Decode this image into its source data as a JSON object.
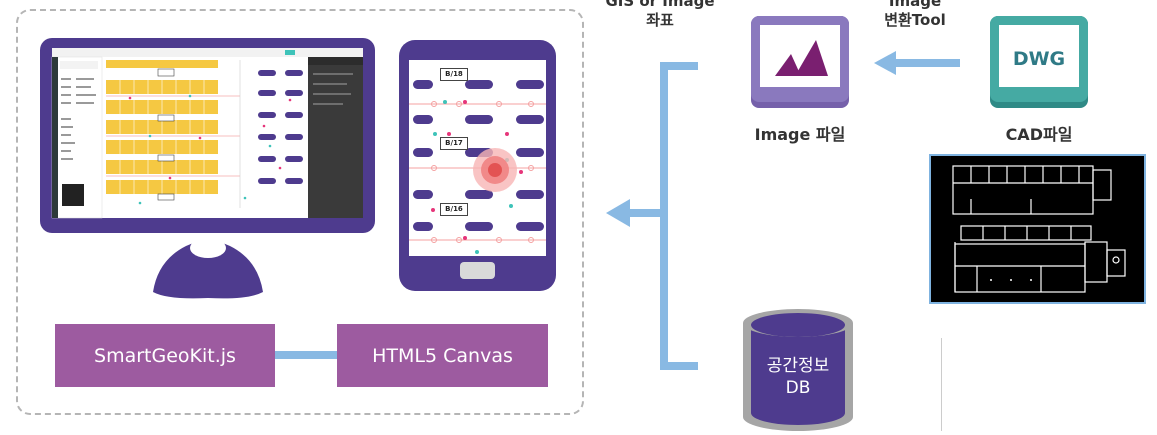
{
  "labels": {
    "gis_coord_line1": "GIS or Image",
    "gis_coord_line2": "좌표",
    "convert_line1": "Image",
    "convert_line2": "변환Tool",
    "image_file": "Image 파일",
    "cad_file": "CAD파일",
    "dwg": "DWG",
    "db_line1": "공간정보",
    "db_line2": "DB"
  },
  "library": {
    "smartgeokit": "SmartGeoKit.js",
    "canvas": "HTML5 Canvas"
  },
  "mobile_rooms": [
    "B/18",
    "B/17",
    "B/16"
  ],
  "colors": {
    "purple_frame": "#4e3b8e",
    "canvas_button": "#9d5ba0",
    "arrow": "#89b9e3",
    "teal": "#3e9a95",
    "gray_db": "#a6a6a6",
    "dashed_border": "#b5b5b5",
    "seat_yellow": "#f5c842"
  },
  "icons": [
    "monitor-icon",
    "user-avatar-icon",
    "smartphone-icon",
    "image-file-icon",
    "dwg-file-icon",
    "database-icon",
    "cad-drawing"
  ]
}
